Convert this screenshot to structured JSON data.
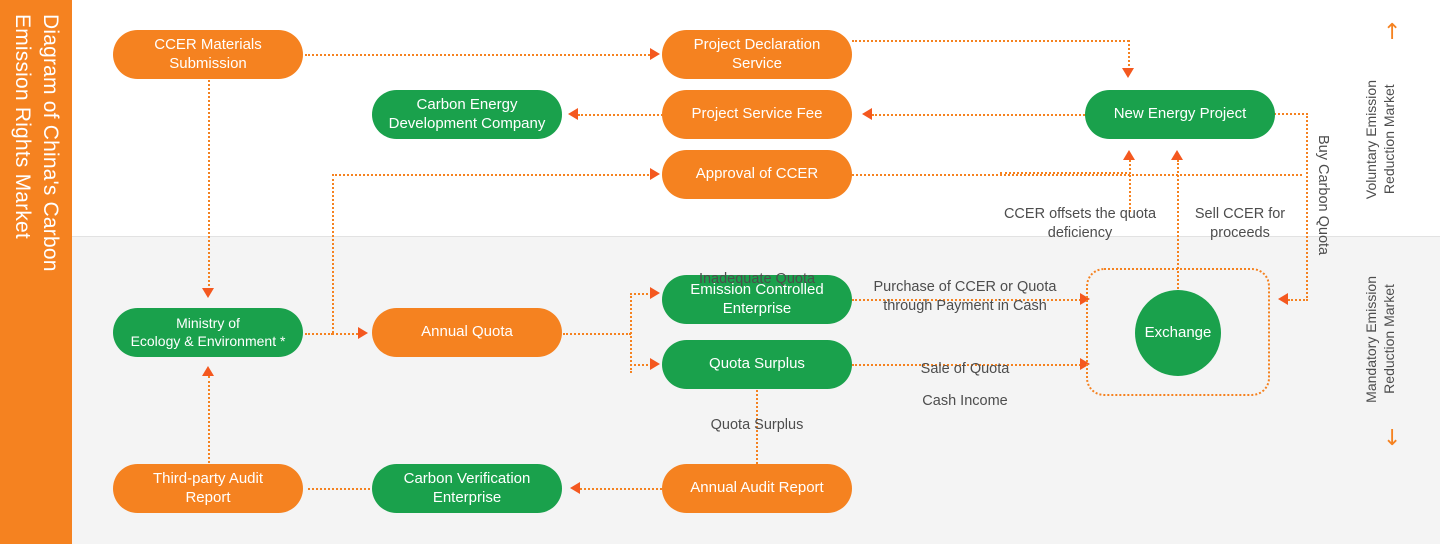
{
  "title": "Diagram of China's Carbon\nEmission Rights Market",
  "colors": {
    "orange": "#F58220",
    "green": "#1AA14C",
    "arrow": "#F4581F",
    "band_top": "#ffffff",
    "band_bottom": "#f4f4f4",
    "caption_text": "#4d4d4d"
  },
  "markets": [
    {
      "label": "Voluntary Emission\nReduction Market",
      "arrow": "↑",
      "arrow_dir": "up"
    },
    {
      "label": "Mandatory Emission\nReduction Market",
      "arrow": "↓",
      "arrow_dir": "down"
    }
  ],
  "nodes": {
    "ccer_materials_submission": "CCER Materials\nSubmission",
    "project_declaration_service": "Project Declaration\nService",
    "carbon_energy_development_company": "Carbon Energy\nDevelopment Company",
    "project_service_fee": "Project Service Fee",
    "approval_of_ccer": "Approval of CCER",
    "new_energy_project": "New Energy Project",
    "ministry_of_ecology_environment": "Ministry of\nEcology & Environment *",
    "annual_quota": "Annual Quota",
    "emission_controlled_enterprise": "Emission Controlled\nEnterprise",
    "quota_surplus": "Quota Surplus",
    "exchange": "Exchange",
    "third_party_audit_report": "Third-party Audit\nReport",
    "carbon_verification_enterprise": "Carbon Verification\nEnterprise",
    "annual_audit_report": "Annual Audit Report"
  },
  "captions": {
    "ccer_offsets": "CCER offsets the quota\ndeficiency",
    "sell_ccer": "Sell CCER for\nproceeds",
    "buy_carbon_quota": "Buy Carbon Quota",
    "inadequate_quota": "Inadequate Quota",
    "purchase_ccer": "Purchase of CCER or Quota\nthrough Payment in Cash",
    "sale_of_quota": "Sale of Quota",
    "cash_income": "Cash Income",
    "quota_surplus_caption": "Quota Surplus"
  }
}
